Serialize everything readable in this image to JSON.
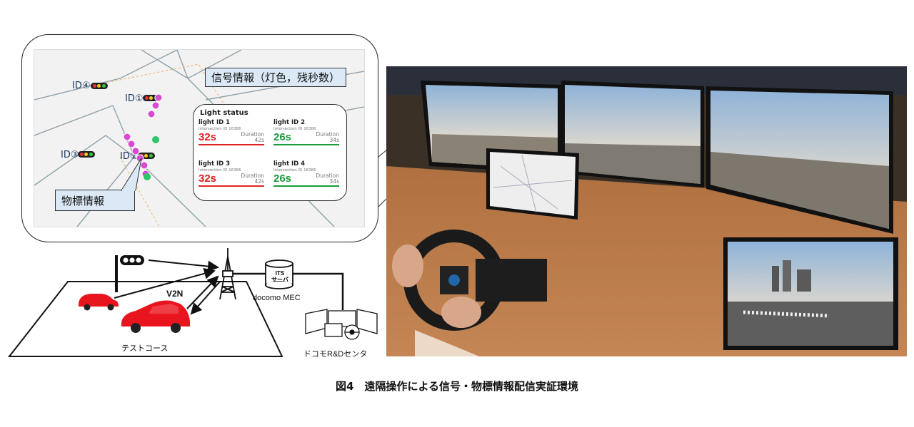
{
  "map": {
    "id1": "ID①",
    "id2": "ID②",
    "id3": "ID③",
    "id4": "ID④"
  },
  "callouts": {
    "signal_info": "信号情報（灯色，残秒数）",
    "object_info": "物標情報"
  },
  "light_status": {
    "title": "Light status",
    "cells": [
      {
        "light": "light ID 1",
        "intersection": "Intersection ID 16386",
        "seconds": "32s",
        "duration_label": "Duration",
        "duration": "42s",
        "color": "#e02020"
      },
      {
        "light": "light ID 2",
        "intersection": "Intersection ID 16386",
        "seconds": "26s",
        "duration_label": "Duration",
        "duration": "34s",
        "color": "#1a9a3a"
      },
      {
        "light": "light ID 3",
        "intersection": "Intersection ID 16386",
        "seconds": "32s",
        "duration_label": "Duration",
        "duration": "42s",
        "color": "#e02020"
      },
      {
        "light": "light ID 4",
        "intersection": "Intersection ID 16386",
        "seconds": "26s",
        "duration_label": "Duration",
        "duration": "34s",
        "color": "#1a9a3a"
      }
    ]
  },
  "diagram": {
    "v2n": "V2N",
    "its_server": "ITS\nサーバ",
    "mec": "docomo MEC",
    "test_course": "テストコース",
    "docomo_center": "ドコモR&Dセンタ"
  },
  "caption": "図4　遠隔操作による信号・物標情報配信実証環境",
  "colors": {
    "red": "#e02020",
    "green": "#1a9a3a",
    "callout_bg": "#dbe9f7",
    "car_red": "#e8141e"
  }
}
